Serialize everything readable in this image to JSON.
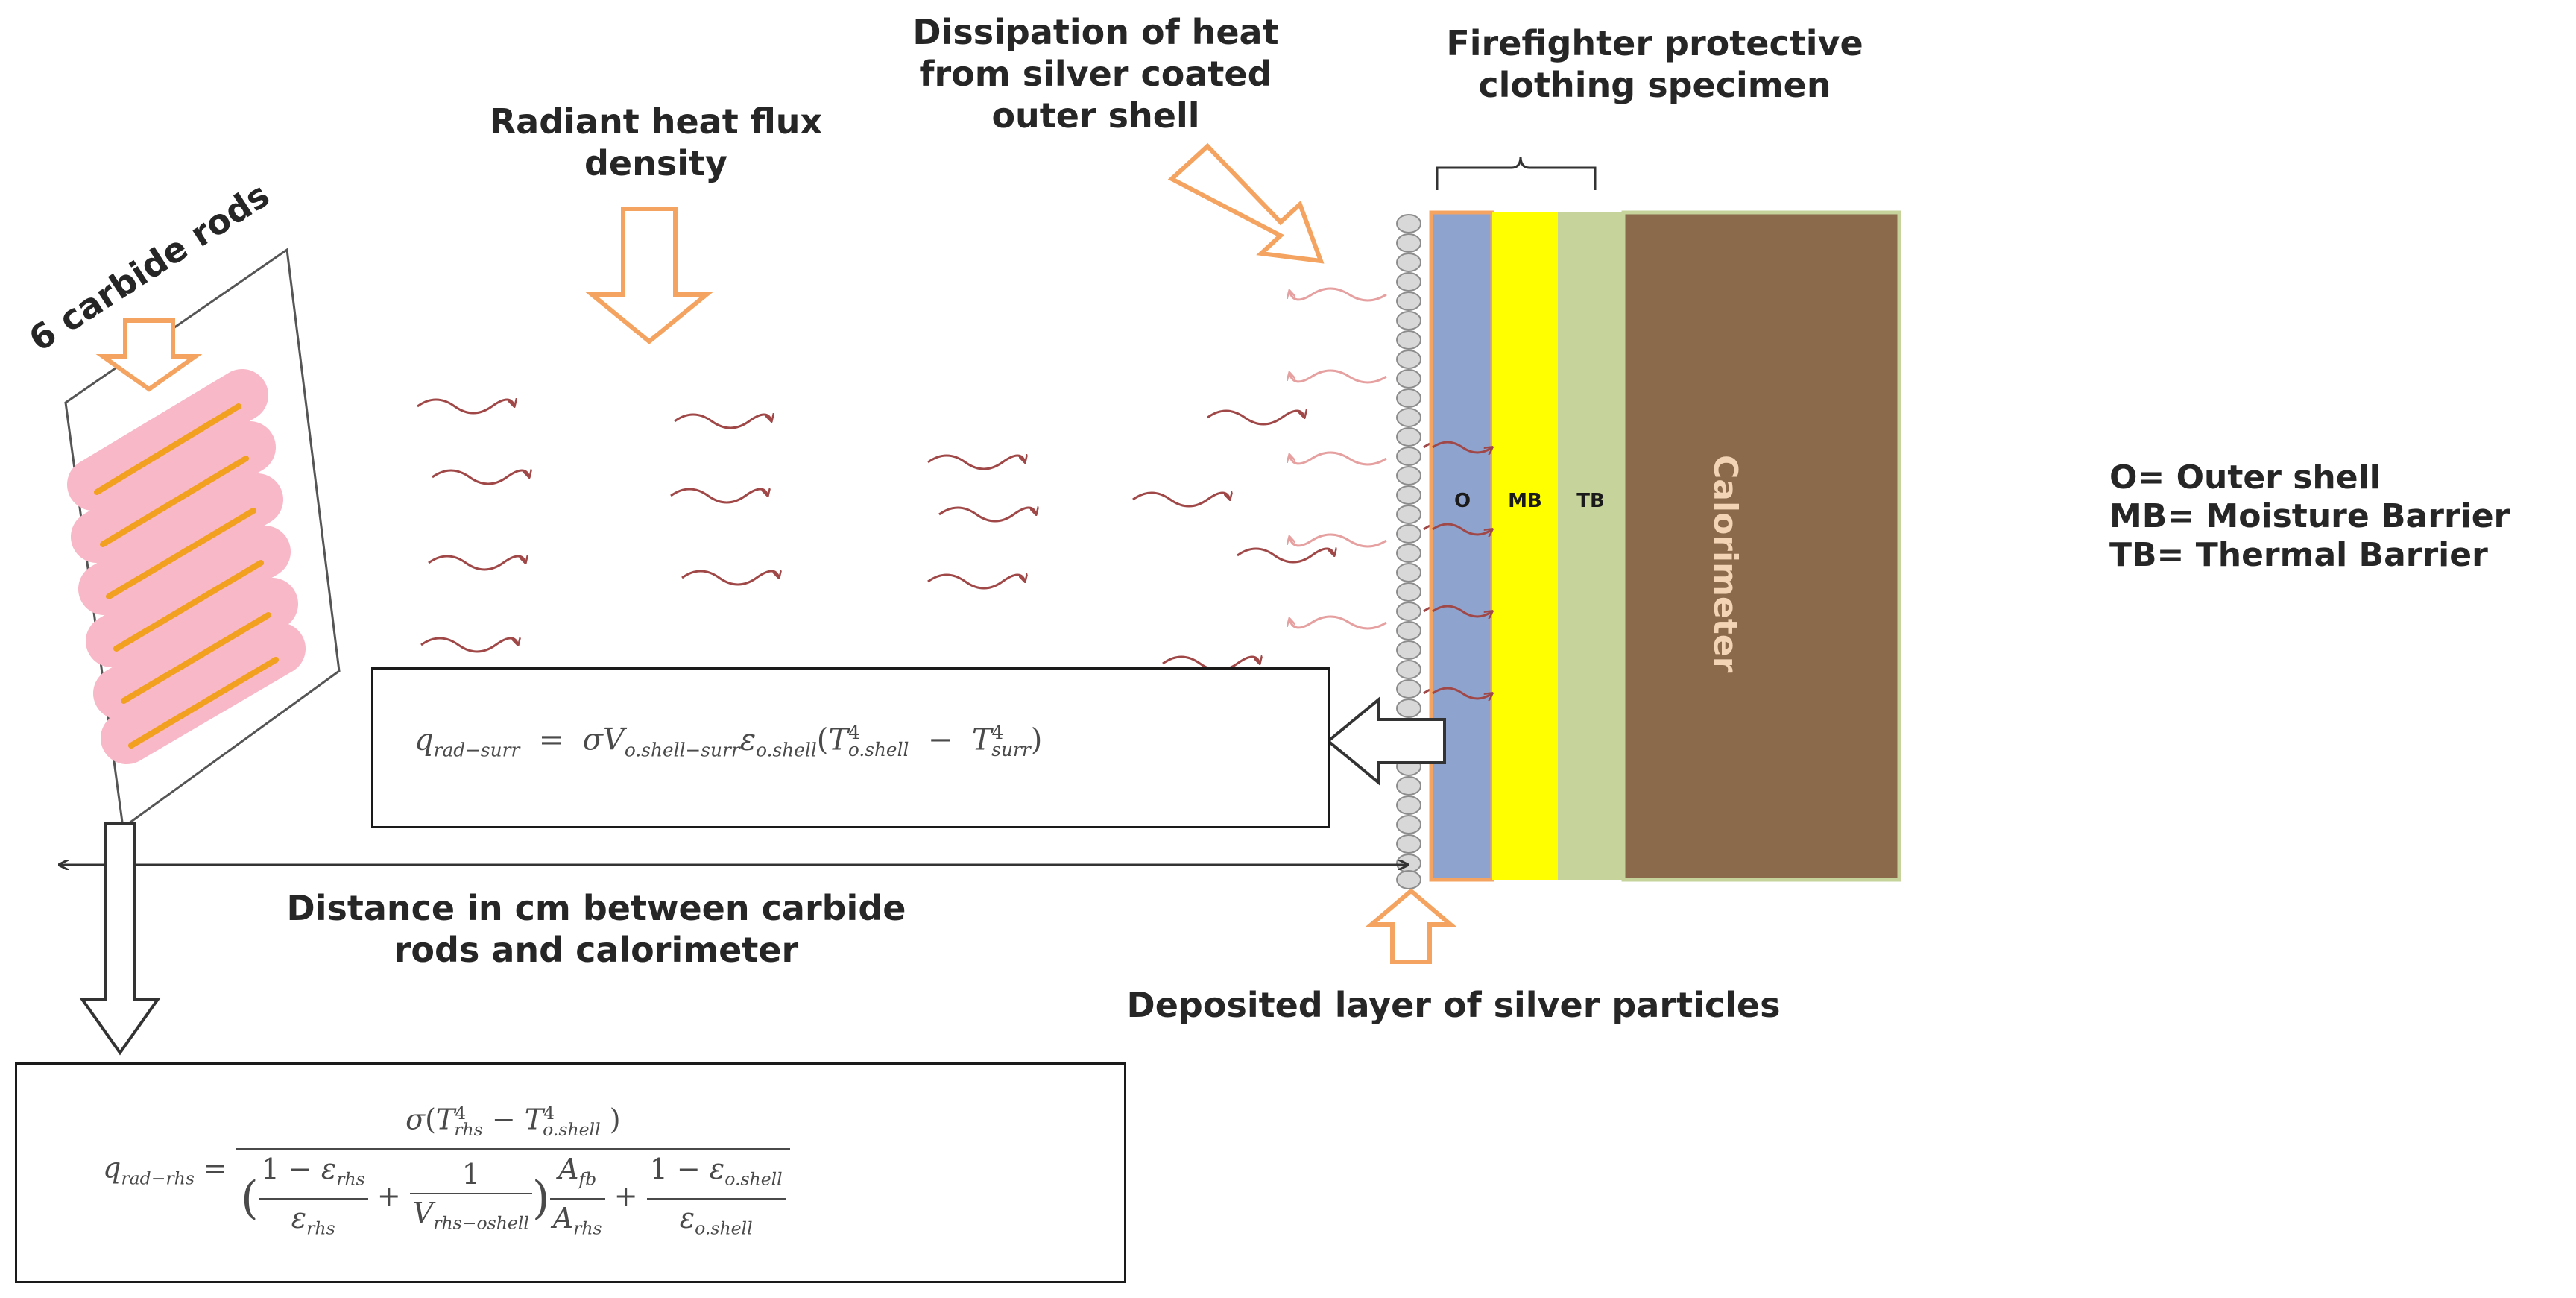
{
  "labels": {
    "carbide_rods": "6 carbide rods",
    "radiant_flux": "Radiant heat flux\ndensity",
    "dissipation": "Dissipation of heat\nfrom silver coated\nouter shell",
    "specimen": "Firefighter protective\nclothing specimen",
    "distance": "Distance in cm between carbide\nrods and calorimeter",
    "deposited": "Deposited layer of silver particles",
    "calorimeter": "Calorimeter"
  },
  "layers": {
    "outer": "O",
    "moisture": "MB",
    "thermal": "TB"
  },
  "legend": [
    "O= Outer shell",
    "MB= Moisture Barrier",
    "TB= Thermal Barrier"
  ],
  "equations": {
    "surr_lhs": "q",
    "surr_lhs_sub": "rad−surr",
    "rhs_lhs": "q",
    "rhs_lhs_sub": "rad−rhs"
  },
  "colors": {
    "arrow_orange": "#f4a460",
    "outer_shell": "#8fa3cf",
    "moisture_barrier": "#ffff00",
    "thermal_barrier": "#c6d49b",
    "calorimeter": "#8b6a4c",
    "flux_arrow": "#a04848",
    "rods": "#f28c8c"
  }
}
